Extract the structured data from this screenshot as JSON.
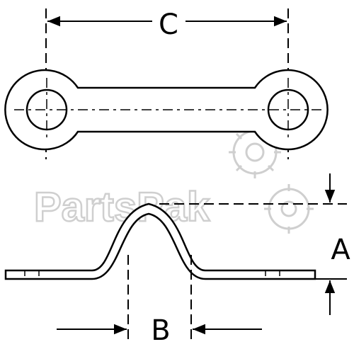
{
  "diagram": {
    "labels": {
      "dimension_c": "C",
      "dimension_a": "A",
      "dimension_b": "B"
    },
    "watermark": "PartsPak"
  },
  "colors": {
    "line": "#000000",
    "watermark": "#cfcfcf",
    "background": "#ffffff"
  }
}
